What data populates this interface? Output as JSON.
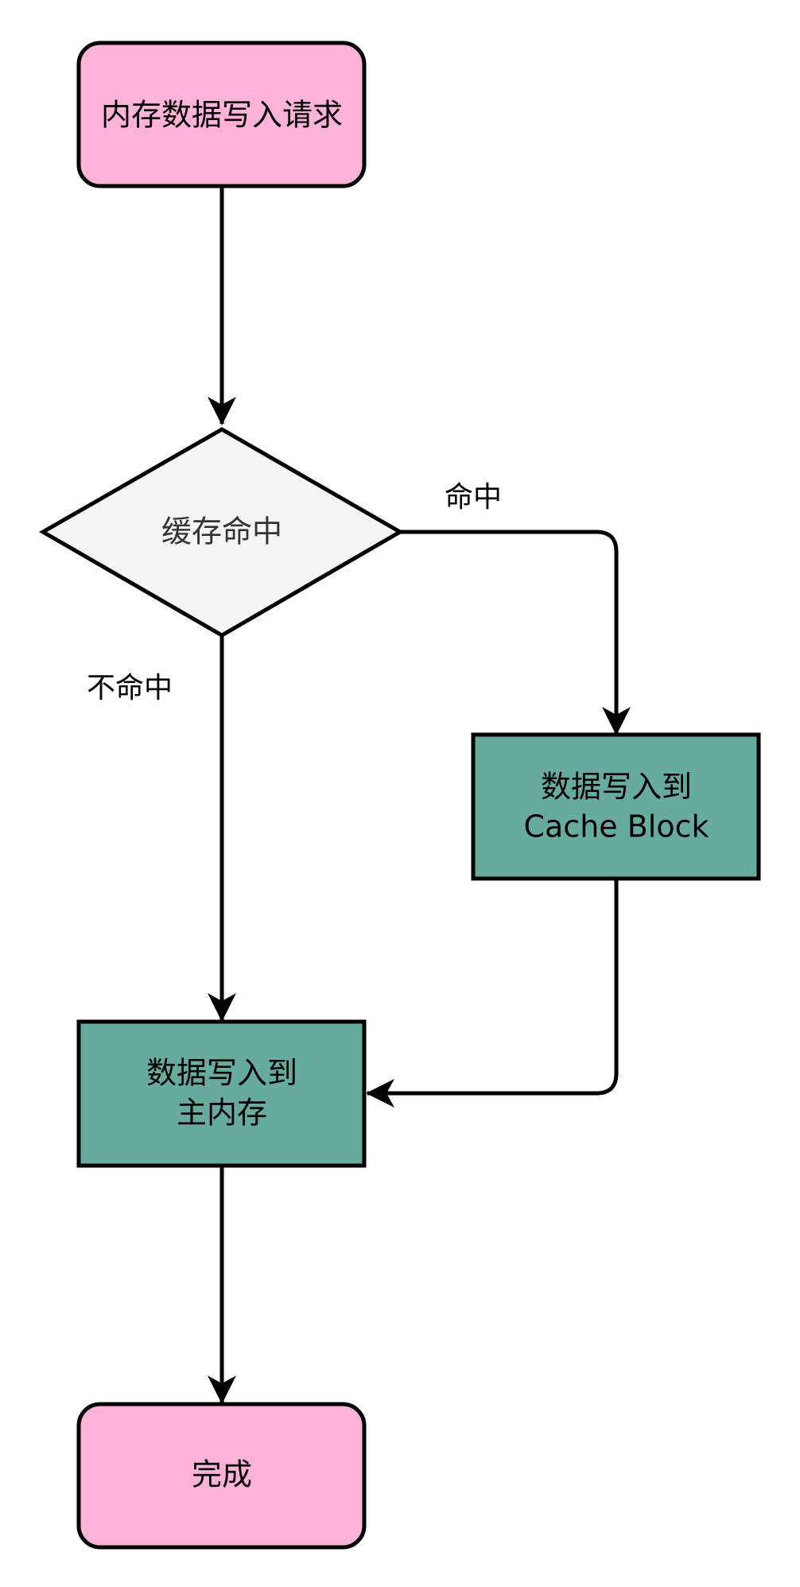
{
  "colors": {
    "terminal_fill": "#ffb3d9",
    "process_fill": "#67ab9f",
    "decision_fill": "#f5f5f5",
    "stroke": "#000000",
    "decision_text": "#333333"
  },
  "nodes": {
    "start": {
      "label": "内存数据写入请求"
    },
    "decision": {
      "label": "缓存命中"
    },
    "write_cache": {
      "line1": "数据写入到",
      "line2": "Cache Block"
    },
    "write_memory": {
      "line1": "数据写入到",
      "line2": "主内存"
    },
    "end": {
      "label": "完成"
    }
  },
  "edges": {
    "hit_label": "命中",
    "miss_label": "不命中"
  }
}
